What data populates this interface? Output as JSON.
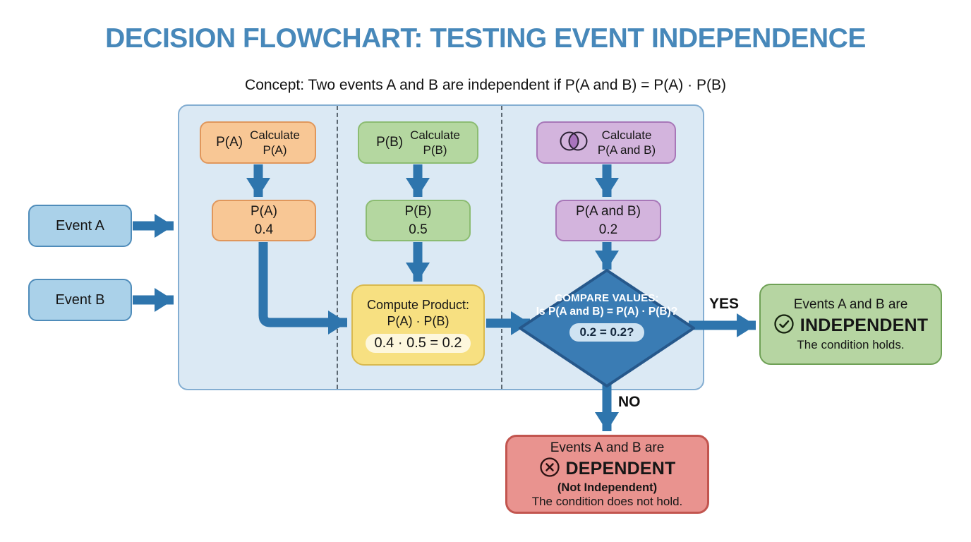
{
  "title": "DECISION FLOWCHART: TESTING EVENT INDEPENDENCE",
  "subtitle": "Concept: Two events A and B are independent if P(A and B) = P(A) · P(B)",
  "inputs": {
    "event_a": "Event A",
    "event_b": "Event B"
  },
  "steps": {
    "calc_a": {
      "badge": "P(A)",
      "line1": "Calculate",
      "line2": "P(A)"
    },
    "calc_b": {
      "badge": "P(B)",
      "line1": "Calculate",
      "line2": "P(B)"
    },
    "calc_ab": {
      "icon": "venn-intersection-icon",
      "line1": "Calculate",
      "line2": "P(A and B)"
    },
    "value_a": {
      "label": "P(A)",
      "value": "0.4"
    },
    "value_b": {
      "label": "P(B)",
      "value": "0.5"
    },
    "value_ab": {
      "label": "P(A and B)",
      "value": "0.2"
    },
    "compute": {
      "line1": "Compute Product:",
      "line2": "P(A) · P(B)",
      "result": "0.4 · 0.5 = 0.2"
    }
  },
  "decision": {
    "line1": "COMPARE VALUES:",
    "line2": "Is P(A and B) = P(A) · P(B)?",
    "check": "0.2 = 0.2?"
  },
  "branches": {
    "yes": "YES",
    "no": "NO"
  },
  "outcomes": {
    "independent": {
      "icon": "check-circle-icon",
      "intro": "Events A and B are",
      "title": "INDEPENDENT",
      "note": "The condition holds."
    },
    "dependent": {
      "icon": "x-circle-icon",
      "intro": "Events A and B are",
      "title": "DEPENDENT",
      "qualifier": "(Not Independent)",
      "note": "The condition does not hold."
    }
  },
  "colors": {
    "title_blue": "#4788ba",
    "arrow_blue": "#2e75ad",
    "panel_fill": "#dbe9f4",
    "panel_border": "#84aed2",
    "orange_fill": "#f8c795",
    "orange_border": "#e0975c",
    "green_fill": "#b4d7a0",
    "green_border": "#8cbc72",
    "purple_fill": "#d3b4dd",
    "purple_border": "#a877b8",
    "input_blue_fill": "#aad1e9",
    "input_blue_border": "#4f8cba",
    "yellow_fill": "#f7e081",
    "yellow_border": "#d9b94e",
    "diamond_fill": "#3a7cb4",
    "diamond_border": "#26588b",
    "success_fill": "#b6d5a2",
    "success_border": "#6fa156",
    "danger_fill": "#e9938f",
    "danger_border": "#c2554f"
  }
}
